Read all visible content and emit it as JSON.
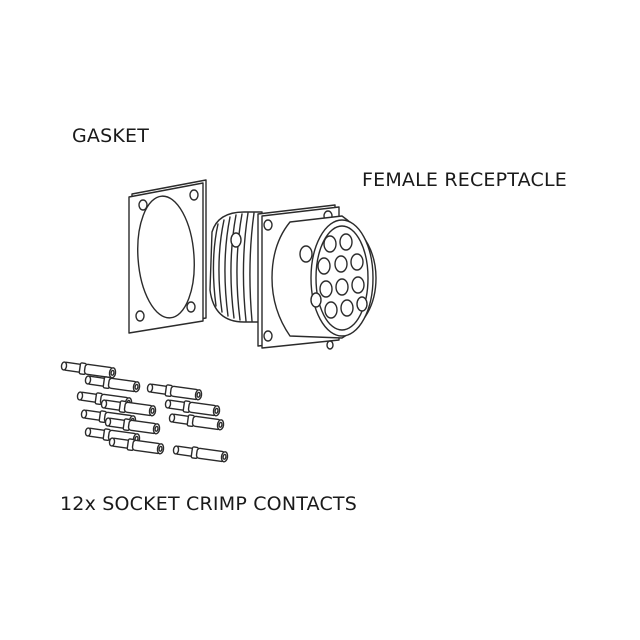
{
  "labels": {
    "gasket": "GASKET",
    "receptacle": "FEMALE RECEPTACLE",
    "contacts": "12x SOCKET CRIMP CONTACTS"
  },
  "contacts_count": 12,
  "receptacle_pin_count": 12
}
